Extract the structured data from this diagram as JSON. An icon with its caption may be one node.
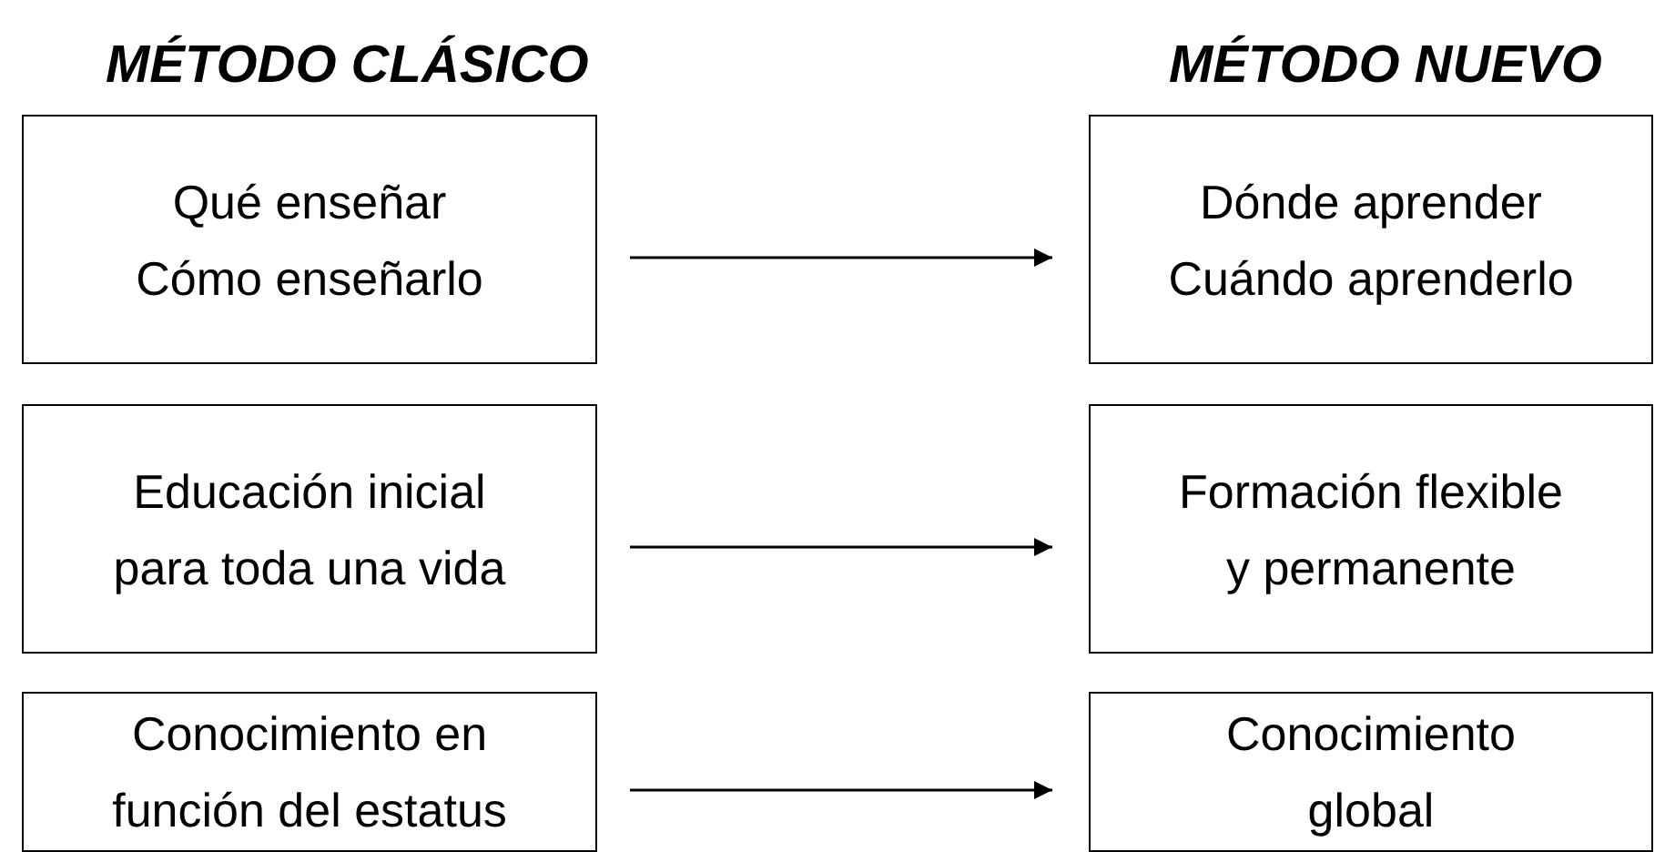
{
  "diagram": {
    "nodes": [
      {
        "text": [
          "Qué enseñar Cómo enseñarlo"
        ]
      },
      {
        "text": [
          "Dónde aprender Cuándo aprenderlo"
        ]
      },
      {
        "text": [
          "Educación inicial para toda una vida"
        ]
      },
      {
        "text": [
          "Formación flexible y permanente"
        ]
      },
      {
        "text": [
          "Conocimiento en función del estatus"
        ]
      },
      {
        "text": [
          "Conocimiento global"
        ]
      }
    ],
    "edges": [
      {
        "from": 0,
        "to": 1,
        "arrow": "to"
      },
      {
        "from": 2,
        "to": 3,
        "arrow": "to"
      },
      {
        "from": 4,
        "to": 5,
        "arrow": "to"
      }
    ],
    "labels": [
      "MÉTODO CLÁSICO",
      "MÉTODO NUEVO"
    ]
  }
}
